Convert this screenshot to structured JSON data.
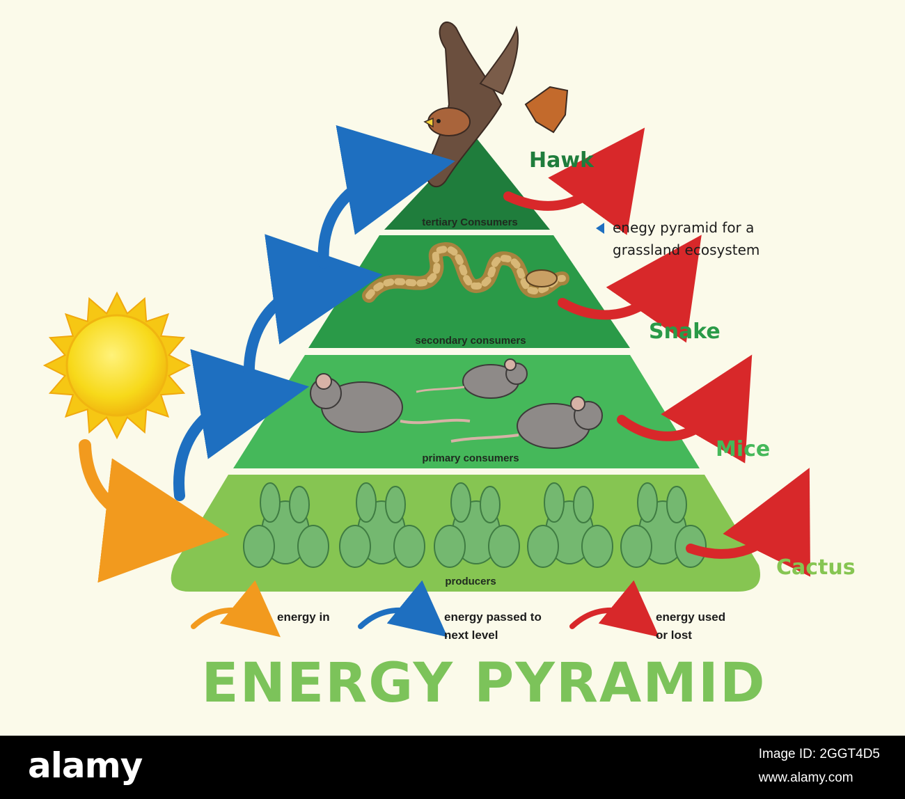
{
  "tiers": {
    "tertiary": {
      "label": "tertiary Consumers",
      "name": "Hawk"
    },
    "secondary": {
      "label": "secondary consumers",
      "name": "Snake"
    },
    "primary": {
      "label": "primary consumers",
      "name": "Mice"
    },
    "producers": {
      "label": "producers",
      "name": "Cactus"
    }
  },
  "note": {
    "line1": "enegy pyramid for a",
    "line2": "grassland ecosystem"
  },
  "legend": {
    "energy_in": "energy in",
    "passed_line1": "energy passed to",
    "passed_line2": "next level",
    "used_line1": "energy used",
    "used_line2": "or lost"
  },
  "title": "ENERGY PYRAMID",
  "footer": {
    "brand": "alamy",
    "image_id_line": "Image ID: 2GGT4D5",
    "site": "www.alamy.com"
  },
  "colors": {
    "tier_top": "#1f7d3c",
    "tier_second": "#2a9a48",
    "tier_third": "#45b85a",
    "tier_base": "#86c552",
    "arrow_in": "#f29a1e",
    "arrow_passed": "#1e6fc0",
    "arrow_lost": "#d8282a",
    "name_dark": "#1f7d3c",
    "name_mid": "#2a9a48",
    "name_light": "#45b85a",
    "name_base": "#86c552"
  }
}
